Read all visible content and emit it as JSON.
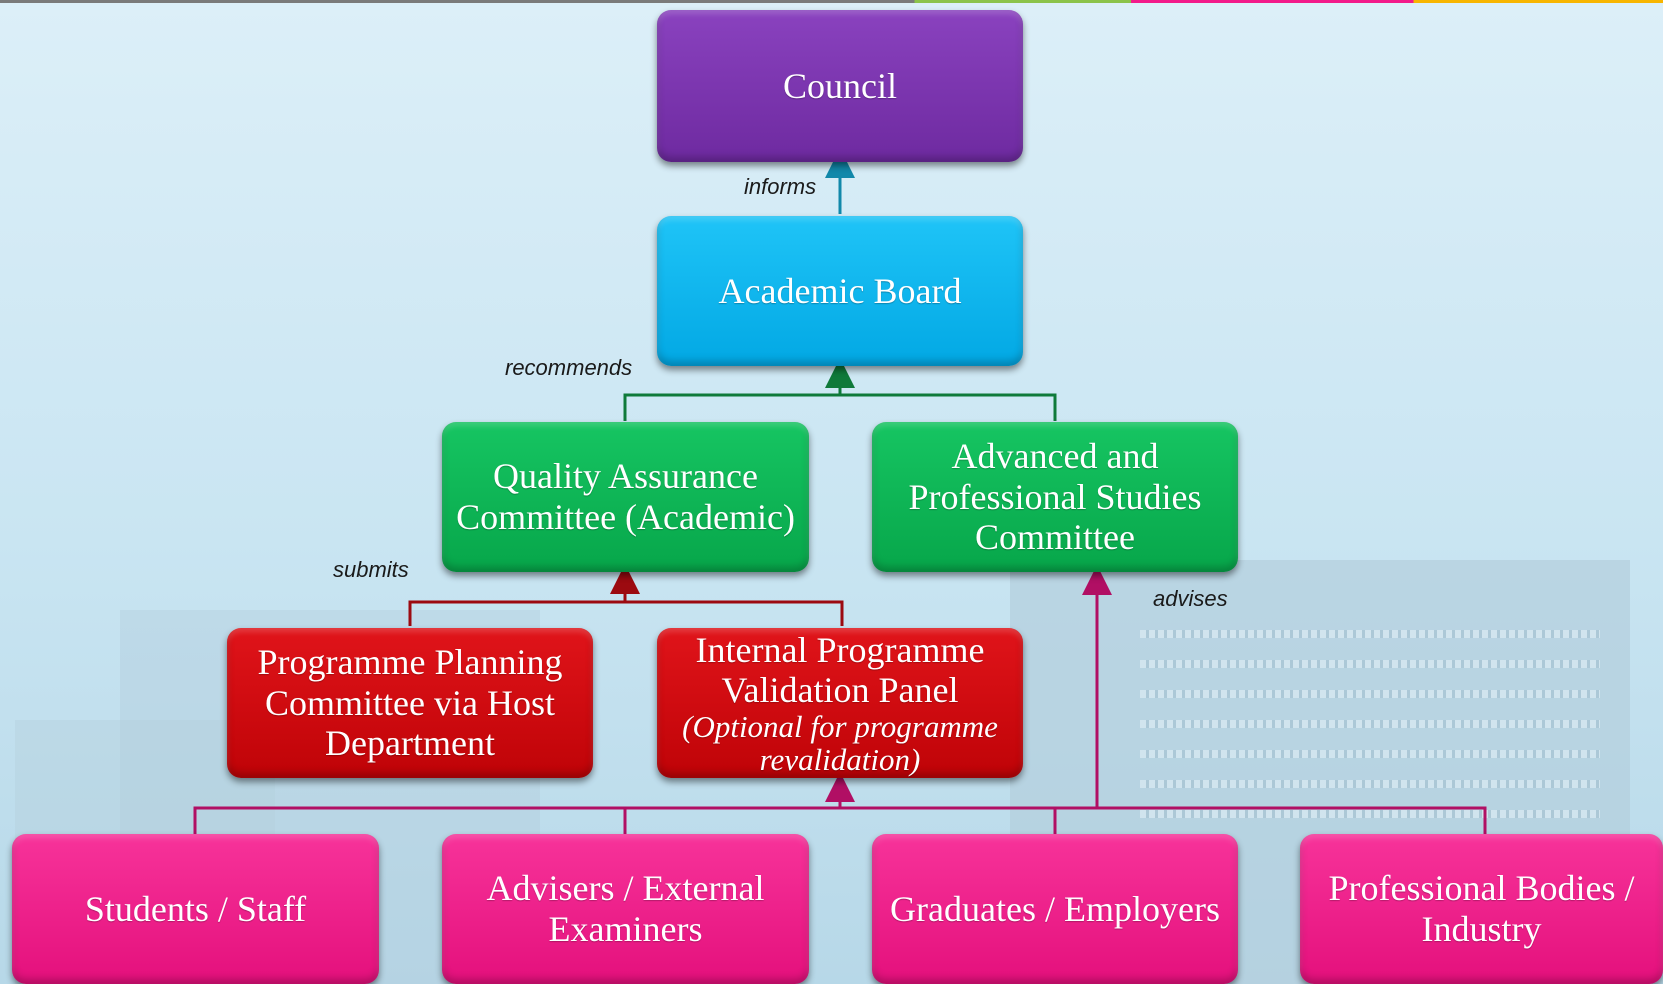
{
  "colors": {
    "purple": "#7d35b0",
    "cyan": "#08b8f2",
    "green": "#0db654",
    "red": "#d3050a",
    "pink": "#f21b8a",
    "line_cyan": "#1188aa",
    "line_green": "#0f7a3a",
    "line_red": "#9c0a10",
    "line_pink": "#b10f64"
  },
  "nodes": {
    "council": "Council",
    "academic_board": "Academic Board",
    "qac_line1": "Quality Assurance",
    "qac_line2": "Committee (Academic)",
    "apsc_line1": "Advanced and",
    "apsc_line2": "Professional Studies",
    "apsc_line3": "Committee",
    "ppc_line1": "Programme Planning",
    "ppc_line2": "Committee via Host",
    "ppc_line3": "Department",
    "ipvp_line1": "Internal Programme",
    "ipvp_line2": "Validation Panel",
    "ipvp_note_line1": "(Optional for programme",
    "ipvp_note_line2": "revalidation)",
    "students": "Students / Staff",
    "advisers_line1": "Advisers / External",
    "advisers_line2": "Examiners",
    "graduates": "Graduates / Employers",
    "professional_line1": "Professional Bodies /",
    "professional_line2": "Industry"
  },
  "edge_labels": {
    "informs": "informs",
    "recommends": "recommends",
    "submits": "submits",
    "advises": "advises"
  }
}
